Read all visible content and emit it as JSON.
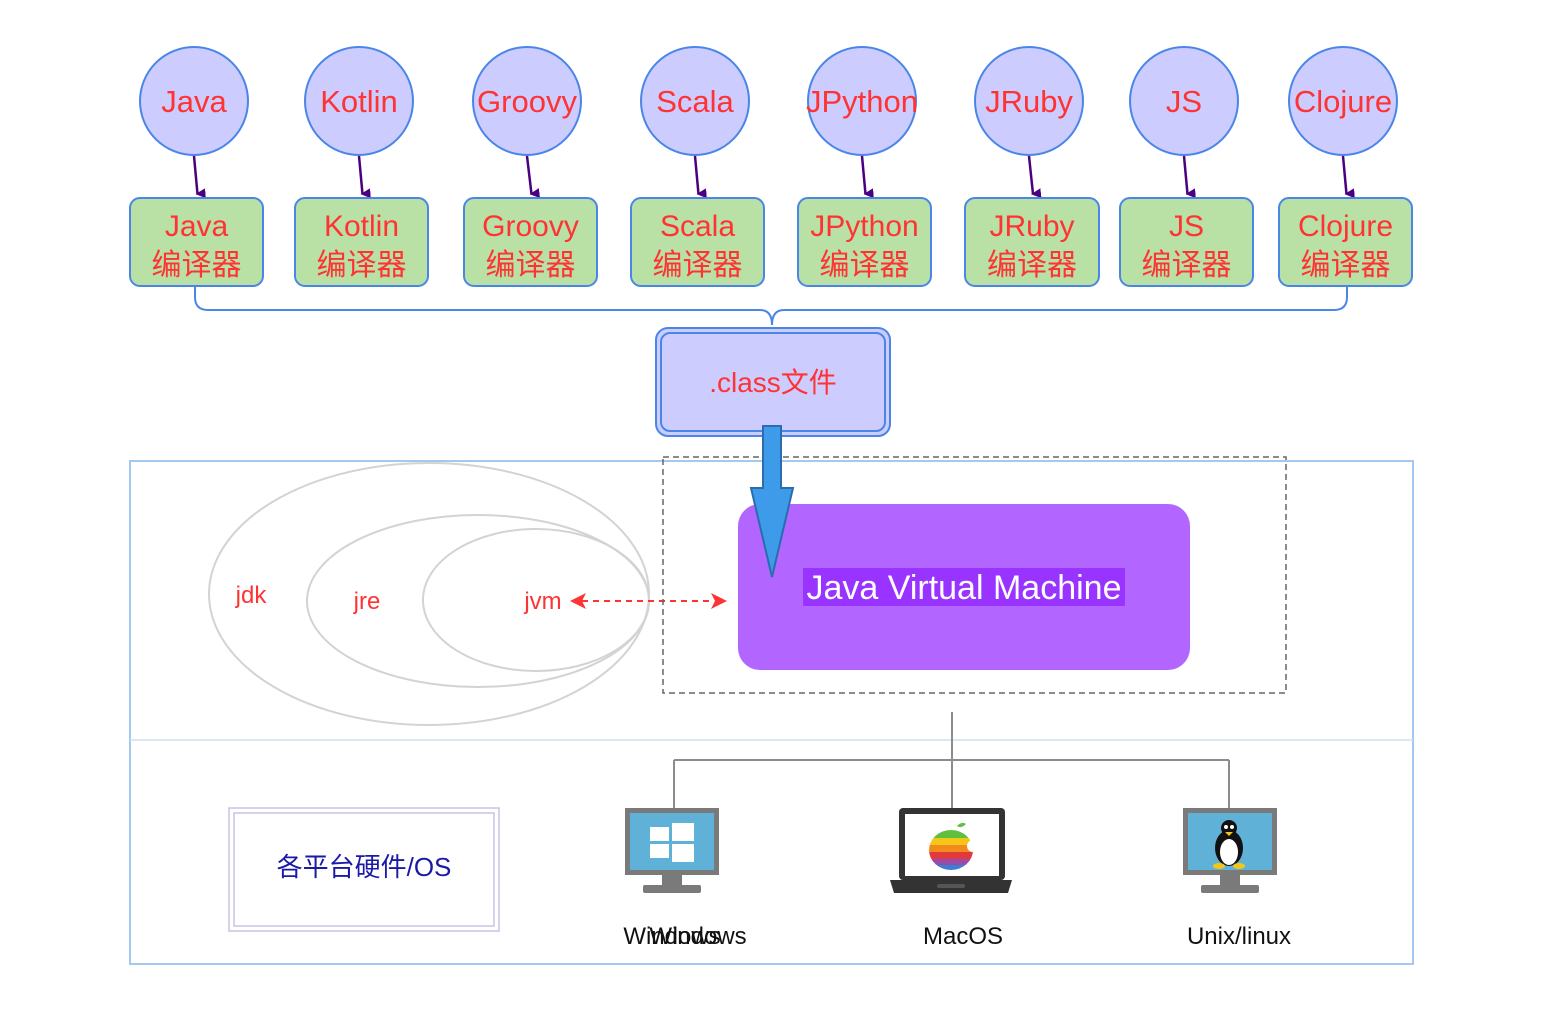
{
  "languages": [
    {
      "name": "Java",
      "compiler_line1": "Java",
      "compiler_line2": "编译器"
    },
    {
      "name": "Kotlin",
      "compiler_line1": "Kotlin",
      "compiler_line2": "编译器"
    },
    {
      "name": "Groovy",
      "compiler_line1": "Groovy",
      "compiler_line2": "编译器"
    },
    {
      "name": "Scala",
      "compiler_line1": "Scala",
      "compiler_line2": "编译器"
    },
    {
      "name": "JPython",
      "compiler_line1": "JPython",
      "compiler_line2": "编译器"
    },
    {
      "name": "JRuby",
      "compiler_line1": "JRuby",
      "compiler_line2": "编译器"
    },
    {
      "name": "JS",
      "compiler_line1": "JS",
      "compiler_line2": "编译器"
    },
    {
      "name": "Clojure",
      "compiler_line1": "Clojure",
      "compiler_line2": "编译器"
    }
  ],
  "class_file": ".class文件",
  "nested": {
    "jdk": "jdk",
    "jre": "jre",
    "jvm": "jvm"
  },
  "jvm_box": "Java Virtual Machine",
  "platform_box": "各平台硬件/OS",
  "platforms": {
    "windows": "Windows",
    "windows_overlap": "Windows",
    "macos": "MacOS",
    "unix": "Unix/linux"
  },
  "colors": {
    "circle_fill": "#ccccff",
    "circle_stroke": "#4a86e8",
    "text_red": "#ff3333",
    "compiler_fill": "#b9e0a5",
    "arrow_purple": "#4b0082",
    "jvm_fill": "#b266ff",
    "jvm_label_bg": "#9933ff",
    "blue_arrow": "#3d9be9",
    "platform_text": "#1a1aa6"
  }
}
